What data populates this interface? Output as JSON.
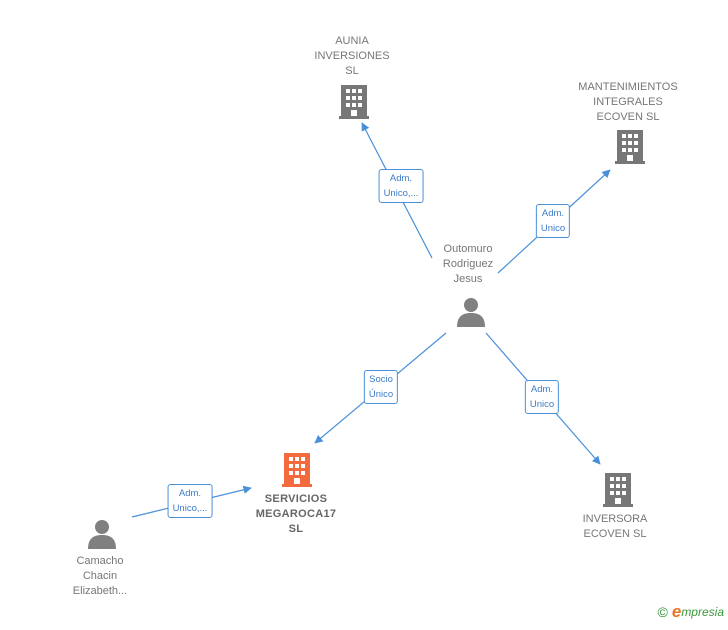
{
  "colors": {
    "edge": "#4a90d9",
    "company": "#777777",
    "company_main": "#f26a3d",
    "person": "#808080"
  },
  "nodes": {
    "aunia": {
      "label_lines": [
        "AUNIA",
        "INVERSIONES",
        "SL"
      ],
      "icon": "building-icon"
    },
    "mantenimientos": {
      "label_lines": [
        "MANTENIMIENTOS",
        "INTEGRALES",
        "ECOVEN  SL"
      ],
      "icon": "building-icon"
    },
    "outomuro": {
      "label_lines": [
        "Outomuro",
        "Rodriguez",
        "Jesus"
      ],
      "icon": "person-icon"
    },
    "servicios": {
      "label_lines": [
        "SERVICIOS",
        "MEGAROCA17",
        "SL"
      ],
      "icon": "building-icon"
    },
    "inversora": {
      "label_lines": [
        "INVERSORA",
        "ECOVEN  SL"
      ],
      "icon": "building-icon"
    },
    "camacho": {
      "label_lines": [
        "Camacho",
        "Chacin",
        "Elizabeth..."
      ],
      "icon": "person-icon"
    }
  },
  "edges": [
    {
      "id": "outomuro-aunia",
      "label_lines": [
        "Adm.",
        "Unico,..."
      ]
    },
    {
      "id": "outomuro-mantenimientos",
      "label_lines": [
        "Adm.",
        "Unico"
      ]
    },
    {
      "id": "outomuro-servicios",
      "label_lines": [
        "Socio",
        "Único"
      ]
    },
    {
      "id": "outomuro-inversora",
      "label_lines": [
        "Adm.",
        "Unico"
      ]
    },
    {
      "id": "camacho-servicios",
      "label_lines": [
        "Adm.",
        "Unico,..."
      ]
    }
  ],
  "footer": {
    "copyright": "©",
    "brand_initial": "e",
    "brand_rest": "mpresia"
  }
}
